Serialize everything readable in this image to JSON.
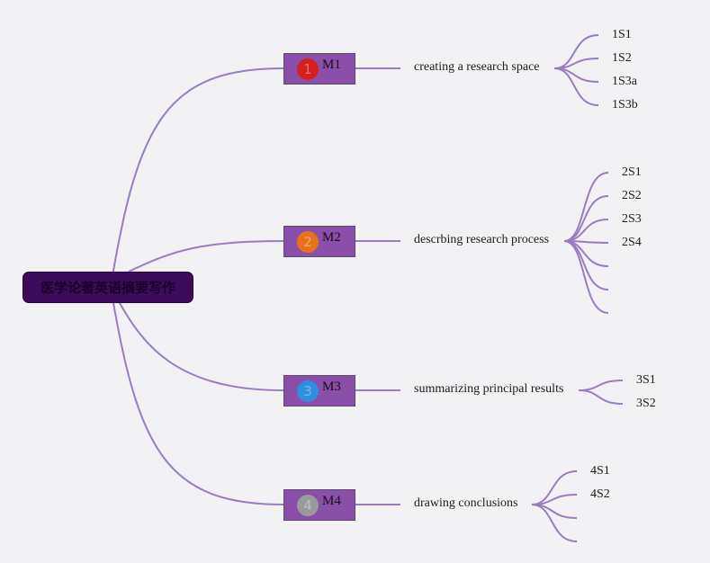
{
  "colors": {
    "line": "#9b7cc0",
    "root_fill": "#3d0a5c",
    "node_fill": "#8a4fa8"
  },
  "root": {
    "label": "医学论著英语摘要写作"
  },
  "modules": [
    {
      "label": "M1",
      "badge_number": "1",
      "badge_color": "#d62020",
      "description": "creating a research space",
      "leaves": [
        "1S1",
        "1S2",
        "1S3a",
        "1S3b"
      ]
    },
    {
      "label": "M2",
      "badge_number": "2",
      "badge_color": "#e8721c",
      "description": "descrbing research process",
      "leaves": [
        "2S1",
        "2S2",
        "2S3",
        "2S4",
        "",
        "",
        ""
      ]
    },
    {
      "label": "M3",
      "badge_number": "3",
      "badge_color": "#2e8fe0",
      "description": "summarizing principal results",
      "leaves": [
        "3S1",
        "3S2"
      ]
    },
    {
      "label": "M4",
      "badge_number": "4",
      "badge_color": "#9a9a9a",
      "description": "drawing conclusions",
      "leaves": [
        "4S1",
        "4S2",
        "",
        ""
      ]
    }
  ]
}
